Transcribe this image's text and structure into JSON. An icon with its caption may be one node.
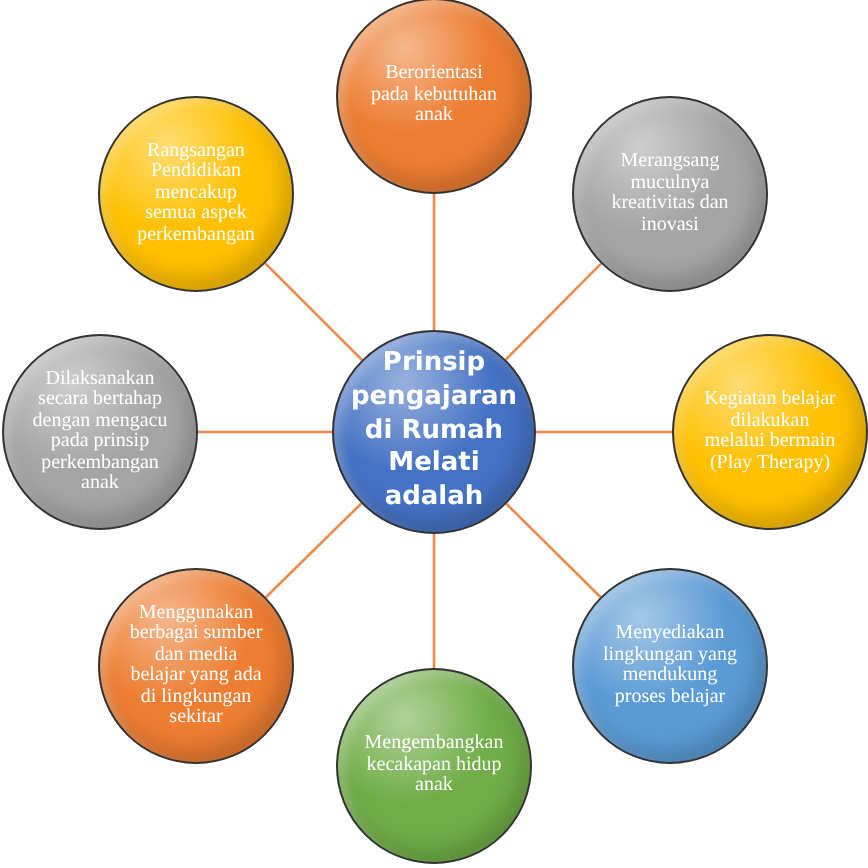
{
  "diagram": {
    "nodes": [
      {
        "text": [
          "Prinsip pengajaran di Rumah Melati adalah"
        ]
      },
      {
        "text": [
          "Berorientasi pada kebutuhan anak"
        ]
      },
      {
        "text": [
          "Rangsangan Pendidikan mencakup semua aspek perkembangan"
        ]
      },
      {
        "text": [
          "Merangsang muculnya kreativitas dan inovasi"
        ]
      },
      {
        "text": [
          "Dilaksanakan secara bertahap dengan mengacu pada prinsip perkembangan anak"
        ]
      },
      {
        "text": [
          "Kegiatan belajar dilakukan melalui bermain (Play Therapy)"
        ]
      },
      {
        "text": [
          "Menggunakan berbagai sumber dan media belajar yang ada di lingkungan sekitar"
        ]
      },
      {
        "text": [
          "Menyediakan lingkungan yang mendukung proses belajar"
        ]
      },
      {
        "text": [
          "Mengembangkan kecakapan hidup anak"
        ]
      }
    ],
    "edges": [
      {
        "from": 0,
        "to": 1,
        "arrow": "none"
      },
      {
        "from": 0,
        "to": 2,
        "arrow": "none"
      },
      {
        "from": 0,
        "to": 3,
        "arrow": "none"
      },
      {
        "from": 0,
        "to": 4,
        "arrow": "none"
      },
      {
        "from": 0,
        "to": 5,
        "arrow": "none"
      },
      {
        "from": 0,
        "to": 6,
        "arrow": "none"
      },
      {
        "from": 0,
        "to": 7,
        "arrow": "none"
      },
      {
        "from": 0,
        "to": 8,
        "arrow": "none"
      }
    ]
  }
}
